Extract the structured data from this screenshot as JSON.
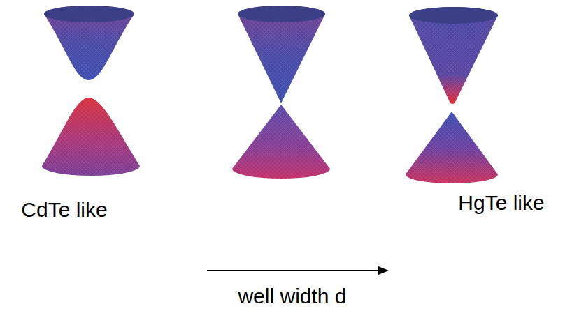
{
  "diagram": {
    "labels": [
      "CdTe like",
      "HgTe like",
      "well width d"
    ]
  }
}
